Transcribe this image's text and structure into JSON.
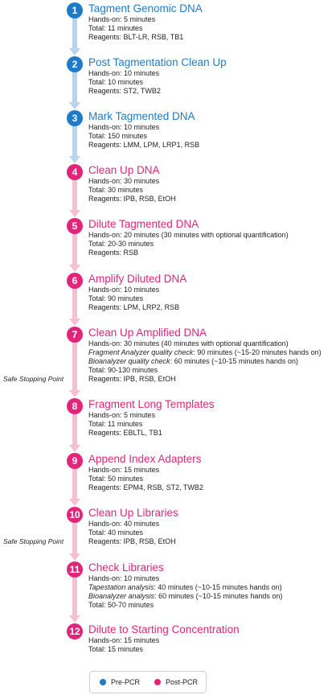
{
  "steps": [
    {
      "num": "1",
      "title": "Tagment Genomic DNA",
      "phase": "pre",
      "lines": [
        {
          "label": "Hands-on",
          "text": "5 minutes"
        },
        {
          "label": "Total",
          "text": "11 minutes"
        },
        {
          "label": "Reagents",
          "text": "BLT-LR, RSB, TB1"
        }
      ]
    },
    {
      "num": "2",
      "title": "Post Tagmentation Clean Up",
      "phase": "pre",
      "lines": [
        {
          "label": "Hands-on",
          "text": "10 minutes"
        },
        {
          "label": "Total",
          "text": "10 minutes"
        },
        {
          "label": "Reagents",
          "text": "ST2, TWB2"
        }
      ]
    },
    {
      "num": "3",
      "title": "Mark Tagmented DNA",
      "phase": "pre",
      "lines": [
        {
          "label": "Hands-on",
          "text": "10 minutes"
        },
        {
          "label": "Total",
          "text": "150 minutes"
        },
        {
          "label": "Reagents",
          "text": "LMM, LPM, LRP1, RSB"
        }
      ]
    },
    {
      "num": "4",
      "title": "Clean Up DNA",
      "phase": "post",
      "lines": [
        {
          "label": "Hands-on",
          "text": "30 minutes"
        },
        {
          "label": "Total",
          "text": "30 minutes"
        },
        {
          "label": "Reagents",
          "text": "IPB, RSB, EtOH"
        }
      ]
    },
    {
      "num": "5",
      "title": "Dilute Tagmented DNA",
      "phase": "post",
      "lines": [
        {
          "label": "Hands-on",
          "text": "20 minutes (30 minutes with optional quantification)"
        },
        {
          "label": "Total",
          "text": "20-30 minutes"
        },
        {
          "label": "Reagents",
          "text": "RSB"
        }
      ]
    },
    {
      "num": "6",
      "title": "Amplify Diluted DNA",
      "phase": "post",
      "lines": [
        {
          "label": "Hands-on",
          "text": "10 minutes"
        },
        {
          "label": "Total",
          "text": "90 minutes"
        },
        {
          "label": "Reagents",
          "text": "LPM, LRP2, RSB"
        }
      ]
    },
    {
      "num": "7",
      "title": "Clean Up Amplified DNA",
      "phase": "post",
      "lines": [
        {
          "label": "Hands-on",
          "text": "30 minutes (40 minutes with optional quantification)"
        },
        {
          "label": "Fragment Analyzer quality check",
          "text": "90 minutes (~15-20 minutes hands on)",
          "italic": true
        },
        {
          "label": "Bioanalyzer quality check",
          "text": "60 minutes (~10-15 minutes hands on)",
          "italic": true
        },
        {
          "label": "Total",
          "text": "90-130 minutes"
        },
        {
          "label": "Reagents",
          "text": "IPB, RSB, EtOH"
        }
      ]
    },
    {
      "num": "8",
      "title": "Fragment Long Templates",
      "phase": "post",
      "lines": [
        {
          "label": "Hands-on",
          "text": "5 minutes"
        },
        {
          "label": "Total",
          "text": "11 minutes"
        },
        {
          "label": "Reagents",
          "text": "EBLTL, TB1"
        }
      ]
    },
    {
      "num": "9",
      "title": "Append Index Adapters",
      "phase": "post",
      "lines": [
        {
          "label": "Hands-on",
          "text": "15 minutes"
        },
        {
          "label": "Total",
          "text": "50 minutes"
        },
        {
          "label": "Reagents",
          "text": "EPM4, RSB, ST2, TWB2"
        }
      ]
    },
    {
      "num": "10",
      "title": "Clean Up Libraries",
      "phase": "post",
      "lines": [
        {
          "label": "Hands-on",
          "text": "40 minutes"
        },
        {
          "label": "Total",
          "text": "40 minutes"
        },
        {
          "label": "Reagents",
          "text": "IPB, RSB, EtOH"
        }
      ]
    },
    {
      "num": "11",
      "title": "Check Libraries",
      "phase": "post",
      "lines": [
        {
          "label": "Hands-on",
          "text": "10 minutes"
        },
        {
          "label": "Tapestation analysis",
          "text": "40 minutes (~10-15 minutes hands on)",
          "italic": true
        },
        {
          "label": "Bioanalyzer analysis",
          "text": "60 minutes (~10-15 minutes hands on)",
          "italic": true
        },
        {
          "label": "Total",
          "text": "50-70 minutes"
        }
      ]
    },
    {
      "num": "12",
      "title": "Dilute to Starting Concentration",
      "phase": "post",
      "lines": [
        {
          "label": "Hands-on",
          "text": "15 minutes"
        },
        {
          "label": "Total",
          "text": "15 minutes"
        }
      ]
    }
  ],
  "safe_stop_label": "Safe Stopping Point",
  "legend": {
    "pre": "Pre-PCR",
    "post": "Post-PCR"
  },
  "colors": {
    "pre": "#1f7bc8",
    "post": "#e2257a",
    "pre_arrow": "#b7d3ee",
    "post_arrow": "#f6c0d2"
  }
}
